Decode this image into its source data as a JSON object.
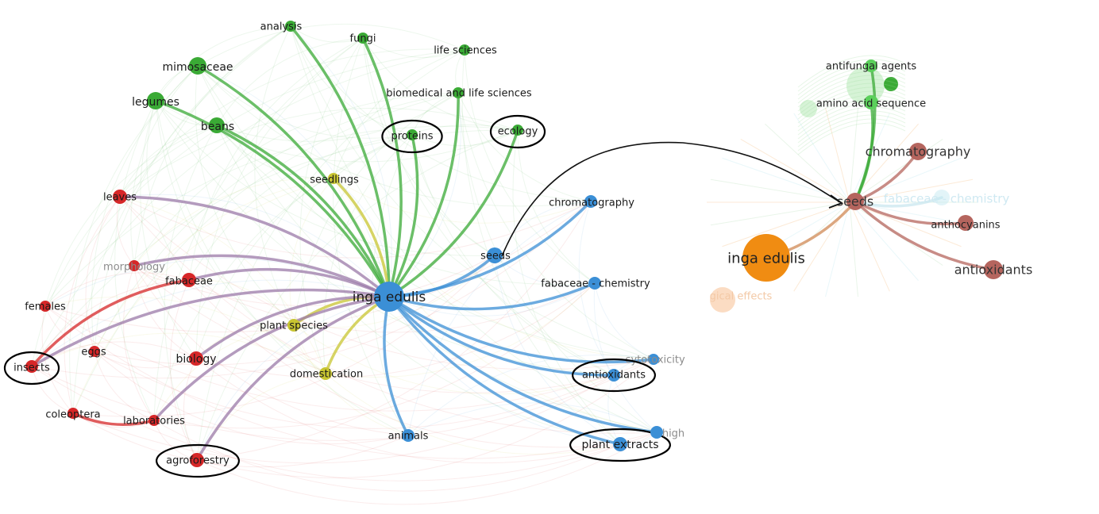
{
  "colors": {
    "green": "#3aaa35",
    "red": "#d62728",
    "blue": "#3b8fd6",
    "yellow": "#c8c531",
    "orange": "#f08c12",
    "brown": "#b5655e",
    "lightgreen": "#5bd05b"
  },
  "main_network": {
    "center": "inga edulis",
    "nodes": [
      {
        "id": "inga",
        "label": "inga edulis",
        "cluster": "blue",
        "weight": 5
      },
      {
        "id": "analysis",
        "label": "analysis",
        "cluster": "green",
        "weight": 1
      },
      {
        "id": "fungi",
        "label": "fungi",
        "cluster": "green",
        "weight": 1
      },
      {
        "id": "life",
        "label": "life sciences",
        "cluster": "green",
        "weight": 1
      },
      {
        "id": "mimosaceae",
        "label": "mimosaceae",
        "cluster": "green",
        "weight": 2
      },
      {
        "id": "legumes",
        "label": "legumes",
        "cluster": "green",
        "weight": 2
      },
      {
        "id": "beans",
        "label": "beans",
        "cluster": "green",
        "weight": 2
      },
      {
        "id": "biomed",
        "label": "biomedical and life sciences",
        "cluster": "green",
        "weight": 1
      },
      {
        "id": "proteins",
        "label": "proteins",
        "cluster": "green",
        "weight": 1,
        "circled": true
      },
      {
        "id": "ecology",
        "label": "ecology",
        "cluster": "green",
        "weight": 1,
        "circled": true
      },
      {
        "id": "seedlings",
        "label": "seedlings",
        "cluster": "yellow",
        "weight": 1
      },
      {
        "id": "plantspecies",
        "label": "plant species",
        "cluster": "yellow",
        "weight": 1
      },
      {
        "id": "domestication",
        "label": "domestication",
        "cluster": "yellow",
        "weight": 1
      },
      {
        "id": "leaves",
        "label": "leaves",
        "cluster": "red",
        "weight": 1
      },
      {
        "id": "morphology",
        "label": "morphology",
        "cluster": "red",
        "weight": 1
      },
      {
        "id": "fabaceae",
        "label": "fabaceae",
        "cluster": "red",
        "weight": 1
      },
      {
        "id": "females",
        "label": "females",
        "cluster": "red",
        "weight": 1
      },
      {
        "id": "eggs",
        "label": "eggs",
        "cluster": "red",
        "weight": 1
      },
      {
        "id": "biology",
        "label": "biology",
        "cluster": "red",
        "weight": 1
      },
      {
        "id": "insects",
        "label": "insects",
        "cluster": "red",
        "weight": 1,
        "circled": true
      },
      {
        "id": "coleoptera",
        "label": "coleoptera",
        "cluster": "red",
        "weight": 1
      },
      {
        "id": "laboratories",
        "label": "laboratories",
        "cluster": "red",
        "weight": 1
      },
      {
        "id": "agroforestry",
        "label": "agroforestry",
        "cluster": "red",
        "weight": 1,
        "circled": true
      },
      {
        "id": "chromatography",
        "label": "chromatography",
        "cluster": "blue",
        "weight": 1
      },
      {
        "id": "seeds",
        "label": "seeds",
        "cluster": "blue",
        "weight": 1
      },
      {
        "id": "fabchem",
        "label": "fabaceae - chemistry",
        "cluster": "blue",
        "weight": 1
      },
      {
        "id": "cytotoxicity",
        "label": "cytotoxicity",
        "cluster": "blue",
        "weight": 1
      },
      {
        "id": "antioxidants",
        "label": "antioxidants",
        "cluster": "blue",
        "weight": 1,
        "circled": true
      },
      {
        "id": "plantextracts",
        "label": "plant extracts",
        "cluster": "blue",
        "weight": 1,
        "circled": true
      },
      {
        "id": "high",
        "label": "high",
        "cluster": "blue",
        "weight": 1
      },
      {
        "id": "animals",
        "label": "animals",
        "cluster": "blue",
        "weight": 1
      }
    ],
    "edges": [
      [
        "inga",
        "analysis"
      ],
      [
        "inga",
        "fungi"
      ],
      [
        "inga",
        "mimosaceae"
      ],
      [
        "inga",
        "legumes"
      ],
      [
        "inga",
        "beans"
      ],
      [
        "inga",
        "biomed"
      ],
      [
        "inga",
        "proteins"
      ],
      [
        "inga",
        "ecology"
      ],
      [
        "inga",
        "seedlings"
      ],
      [
        "inga",
        "plantspecies"
      ],
      [
        "inga",
        "domestication"
      ],
      [
        "inga",
        "leaves"
      ],
      [
        "inga",
        "morphology"
      ],
      [
        "inga",
        "fabaceae"
      ],
      [
        "inga",
        "biology"
      ],
      [
        "inga",
        "insects"
      ],
      [
        "inga",
        "laboratories"
      ],
      [
        "inga",
        "agroforestry"
      ],
      [
        "inga",
        "seeds"
      ],
      [
        "inga",
        "chromatography"
      ],
      [
        "inga",
        "fabchem"
      ],
      [
        "inga",
        "antioxidants"
      ],
      [
        "inga",
        "plantextracts"
      ],
      [
        "inga",
        "animals"
      ],
      [
        "inga",
        "high"
      ],
      [
        "inga",
        "cytotoxicity"
      ],
      [
        "fabaceae",
        "insects"
      ],
      [
        "coleoptera",
        "laboratories"
      ]
    ]
  },
  "inset_network": {
    "nodes": [
      {
        "id": "i_inga",
        "label": "inga edulis",
        "cluster": "orange",
        "weight": 5
      },
      {
        "id": "i_seeds",
        "label": "seeds",
        "cluster": "brown",
        "weight": 2
      },
      {
        "id": "i_chrom",
        "label": "chromatography",
        "cluster": "brown",
        "weight": 2
      },
      {
        "id": "i_antifungal",
        "label": "antifungal agents",
        "cluster": "lightgreen",
        "weight": 1
      },
      {
        "id": "i_amino",
        "label": "amino acid sequence",
        "cluster": "lightgreen",
        "weight": 1
      },
      {
        "id": "i_fabchem",
        "label": "fabaceae - chemistry",
        "cluster": "faded",
        "weight": 1
      },
      {
        "id": "i_anthocyanins",
        "label": "anthocyanins",
        "cluster": "brown",
        "weight": 1
      },
      {
        "id": "i_antioxidants",
        "label": "antioxidants",
        "cluster": "brown",
        "weight": 2
      },
      {
        "id": "i_logical",
        "label": "gical effects",
        "cluster": "faded",
        "weight": 1
      }
    ],
    "edges": [
      [
        "i_inga",
        "i_seeds"
      ],
      [
        "i_seeds",
        "i_chrom"
      ],
      [
        "i_seeds",
        "i_antifungal"
      ],
      [
        "i_seeds",
        "i_amino"
      ],
      [
        "i_seeds",
        "i_anthocyanins"
      ],
      [
        "i_seeds",
        "i_antioxidants"
      ],
      [
        "i_seeds",
        "i_fabchem"
      ]
    ]
  }
}
